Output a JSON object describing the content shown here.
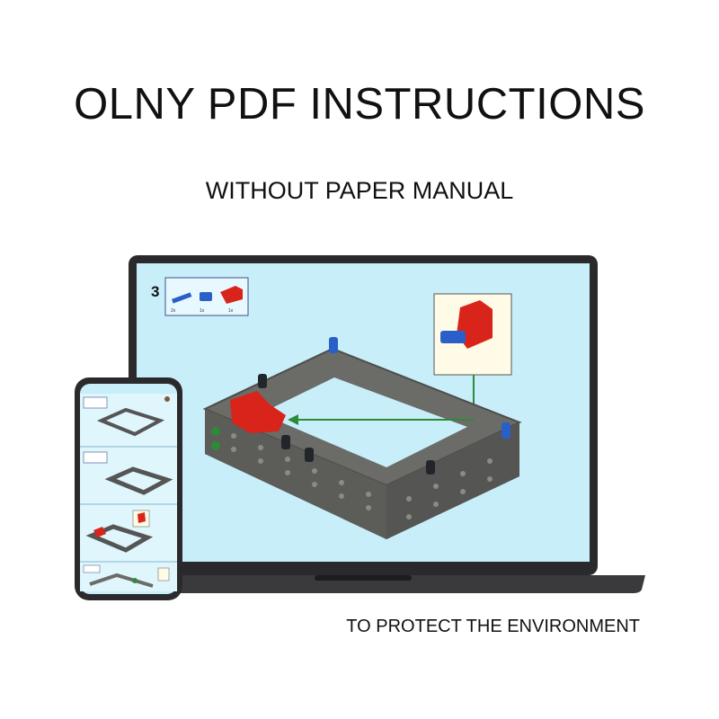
{
  "headline": "OLNY PDF INSTRUCTIONS",
  "subheadline": "WITHOUT PAPER MANUAL",
  "footer": "TO PROTECT THE ENVIRONMENT",
  "laptop_screen": {
    "step_number": "3",
    "parts_list": [
      "2x",
      "1x",
      "1x"
    ]
  },
  "colors": {
    "screen_bg": "#c8eefa",
    "frame_gray": "#6b6b68",
    "part_red": "#d9241b",
    "part_blue": "#2a5fc9",
    "arrow_green": "#2c8a3a",
    "laptop_body": "#2a2a2c"
  },
  "icons": [
    "laptop-icon",
    "smartphone-icon",
    "arrow-icon"
  ]
}
